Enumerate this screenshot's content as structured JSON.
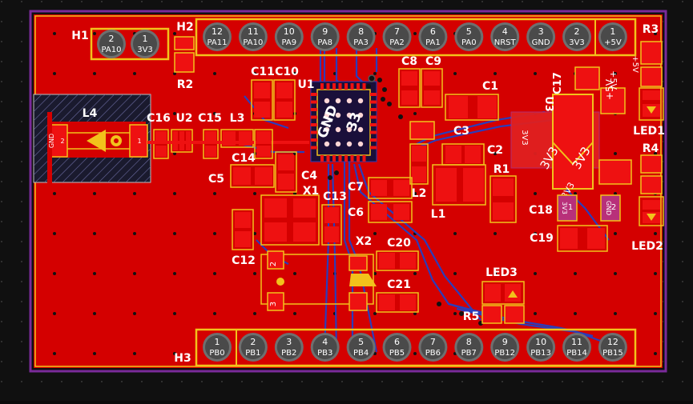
{
  "colors": {
    "background": "#101010",
    "board": "#d40000",
    "board_outline": "#7a2a9a",
    "silk": "#f2c21b",
    "pad": "#ee1111",
    "pad_dark": "#b80000",
    "trace_blue": "#2a3dbb",
    "pin_ring": "#6f6f6f",
    "pin_face": "#4a4a4a",
    "label_white": "#ffffff",
    "grid_dot": "#3a3a3a"
  },
  "headers": {
    "h1": {
      "ref": "H1",
      "pins": [
        {
          "num": "2",
          "name": "PA10"
        },
        {
          "num": "1",
          "name": "3V3"
        }
      ]
    },
    "h2": {
      "ref": "H2"
    },
    "top": {
      "pins": [
        {
          "num": "12",
          "name": "PA11"
        },
        {
          "num": "11",
          "name": "PA10"
        },
        {
          "num": "10",
          "name": "PA9"
        },
        {
          "num": "9",
          "name": "PA8"
        },
        {
          "num": "8",
          "name": "PA3"
        },
        {
          "num": "7",
          "name": "PA2"
        },
        {
          "num": "6",
          "name": "PA1"
        },
        {
          "num": "5",
          "name": "PA0"
        },
        {
          "num": "4",
          "name": "NRST"
        },
        {
          "num": "3",
          "name": "GND"
        },
        {
          "num": "2",
          "name": "3V3"
        },
        {
          "num": "1",
          "name": "+5V"
        }
      ]
    },
    "h3": {
      "ref": "H3",
      "pins": [
        {
          "num": "1",
          "name": "PB0"
        },
        {
          "num": "2",
          "name": "PB1"
        },
        {
          "num": "3",
          "name": "PB2"
        },
        {
          "num": "4",
          "name": "PB3"
        },
        {
          "num": "5",
          "name": "PB4"
        },
        {
          "num": "6",
          "name": "PB5"
        },
        {
          "num": "7",
          "name": "PB6"
        },
        {
          "num": "8",
          "name": "PB7"
        },
        {
          "num": "9",
          "name": "PB12"
        },
        {
          "num": "10",
          "name": "PB13"
        },
        {
          "num": "11",
          "name": "PB14"
        },
        {
          "num": "12",
          "name": "PB15"
        }
      ]
    }
  },
  "refs": {
    "r2": "R2",
    "r3": "R3",
    "r4": "R4",
    "r5": "R5",
    "r1": "R1",
    "u1": "U1",
    "u2": "U2",
    "u3": "U3",
    "c1": "C1",
    "c2": "C2",
    "c3": "C3",
    "c4": "C4",
    "c5": "C5",
    "c6": "C6",
    "c7": "C7",
    "c8": "C8",
    "c9": "C9",
    "c10": "C10",
    "c11": "C11",
    "c12": "C12",
    "c13": "C13",
    "c14": "C14",
    "c15": "C15",
    "c16": "C16",
    "c17": "C17",
    "c18": "C18",
    "c19": "C19",
    "c20": "C20",
    "c21": "C21",
    "l1": "L1",
    "l2": "L2",
    "l3": "L3",
    "l4": "L4",
    "x1": "X1",
    "x2": "X2",
    "led1": "LED1",
    "led2": "LED2",
    "led3": "LED3"
  },
  "net_labels": {
    "gnd_chip": "GND",
    "chip_33": "33",
    "u3_3v3_a": "3V3",
    "u3_3v3_b": "3V3",
    "u3_3v3_c": "3V3",
    "u3_3v3_d": "3V3",
    "u3_5v": "+5V",
    "c17_5v": "+5V",
    "r3_5v": "+5V",
    "c18_3v3": "3V3",
    "c18_1": "1",
    "c18_gnd": "GND",
    "c18_2": "2",
    "ant_gnd": "GND",
    "ant_2": "2",
    "ant_1": "1",
    "x2_2": "2",
    "x2_3": "3"
  }
}
